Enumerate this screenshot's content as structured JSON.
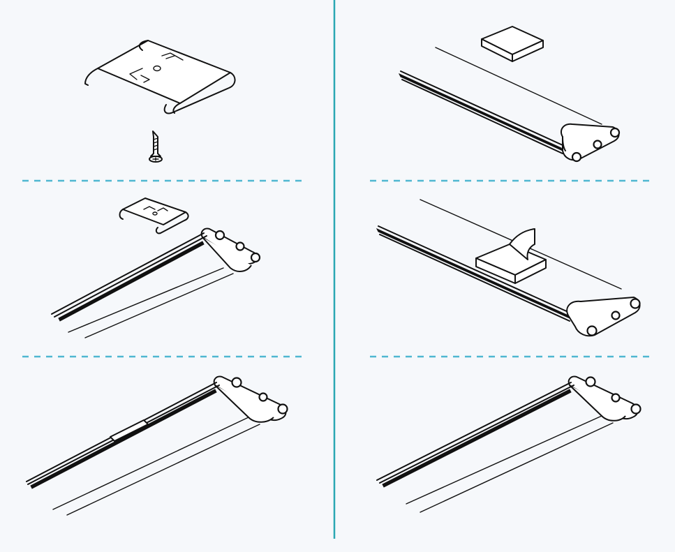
{
  "figure": {
    "kind": "installation-steps",
    "columns": [
      "clip-mounting",
      "adhesive-mounting"
    ],
    "steps_per_column": 3,
    "colors": {
      "background": "#f6f8fb",
      "divider_vertical": "#2aa7b3",
      "divider_dashed": "#4fb7d1",
      "line_art": "#111111"
    },
    "icons": [
      "mounting-clip-icon",
      "countersunk-screw-icon",
      "light-bar-icon",
      "adhesive-pad-icon"
    ]
  }
}
